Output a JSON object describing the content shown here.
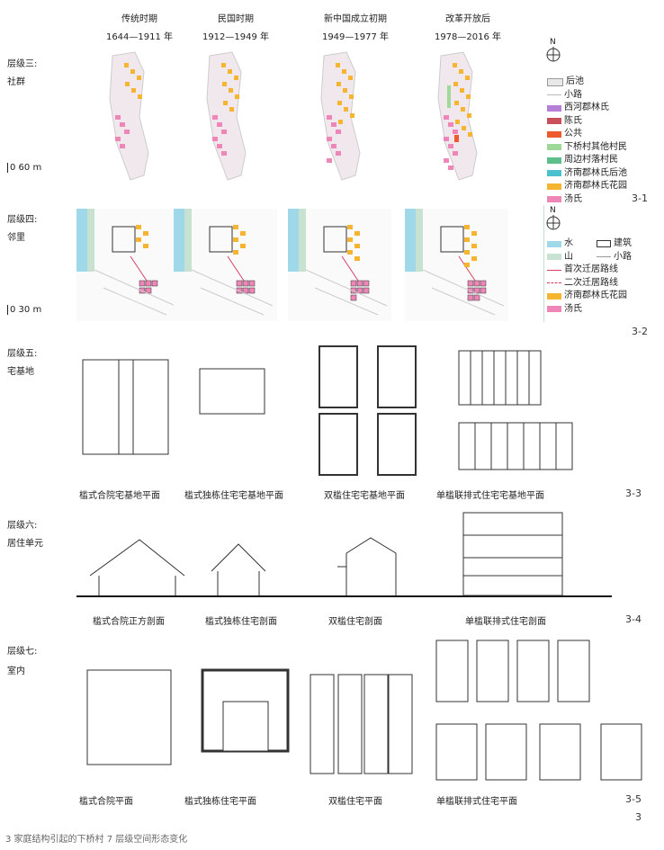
{
  "header": {
    "periods": [
      {
        "name": "传统时期",
        "years": "1644—1911 年"
      },
      {
        "name": "民国时期",
        "years": "1912—1949 年"
      },
      {
        "name": "新中国成立初期",
        "years": "1949—1977 年"
      },
      {
        "name": "改革开放后",
        "years": "1978—2016 年"
      }
    ]
  },
  "rows": [
    {
      "level": "层级三:",
      "name": "社群",
      "scale": "0   60 m",
      "fig": "3-1"
    },
    {
      "level": "层级四:",
      "name": "邻里",
      "scale": "0   30 m",
      "fig": "3-2"
    },
    {
      "level": "层级五:",
      "name": "宅基地",
      "fig": "3-3",
      "captions": [
        "槛式合院宅基地平面",
        "槛式独栋住宅宅基地平面",
        "双槛住宅宅基地平面",
        "单槛联排式住宅宅基地平面"
      ]
    },
    {
      "level": "层级六:",
      "name": "居住单元",
      "fig": "3-4",
      "captions": [
        "槛式合院正方剖面",
        "槛式独栋住宅剖面",
        "双槛住宅剖面",
        "单槛联排式住宅剖面"
      ]
    },
    {
      "level": "层级七:",
      "name": "室内",
      "fig": "3-5",
      "captions": [
        "槛式合院平面",
        "槛式独栋住宅平面",
        "双槛住宅平面",
        "单槛联排式住宅平面"
      ]
    }
  ],
  "north": "N",
  "legend1": [
    {
      "label": "后池",
      "color": "#e8e8e8"
    },
    {
      "label": "小路",
      "color": "#cccccc"
    },
    {
      "label": "西河郡林氏",
      "color": "#b57fd6"
    },
    {
      "label": "陈氏",
      "color": "#c9505a"
    },
    {
      "label": "公共",
      "color": "#ee5a2c"
    },
    {
      "label": "下桥村其他村民",
      "color": "#9ed99a"
    },
    {
      "label": "周边村落村民",
      "color": "#5cbf8c"
    },
    {
      "label": "济南郡林氏后池",
      "color": "#4cc0cf"
    },
    {
      "label": "济南郡林氏花园",
      "color": "#f5b530"
    },
    {
      "label": "汤氏",
      "color": "#ee86b8"
    }
  ],
  "legend2": {
    "water": {
      "label": "水",
      "color": "#9fd8e8"
    },
    "building": "建筑",
    "hill": {
      "label": "山",
      "color": "#c8e2d2"
    },
    "road": "小路",
    "routes": [
      {
        "label": "首次迁居路线",
        "color": "#d64060"
      },
      {
        "label": "二次迁居路线",
        "color": "#d64060"
      }
    ],
    "items": [
      {
        "label": "济南郡林氏花园",
        "color": "#f5b530"
      },
      {
        "label": "汤氏",
        "color": "#ee86b8"
      }
    ]
  },
  "page_number": "3",
  "figure_caption": "3 家庭结构引起的下桥村 7 层级空间形态变化"
}
